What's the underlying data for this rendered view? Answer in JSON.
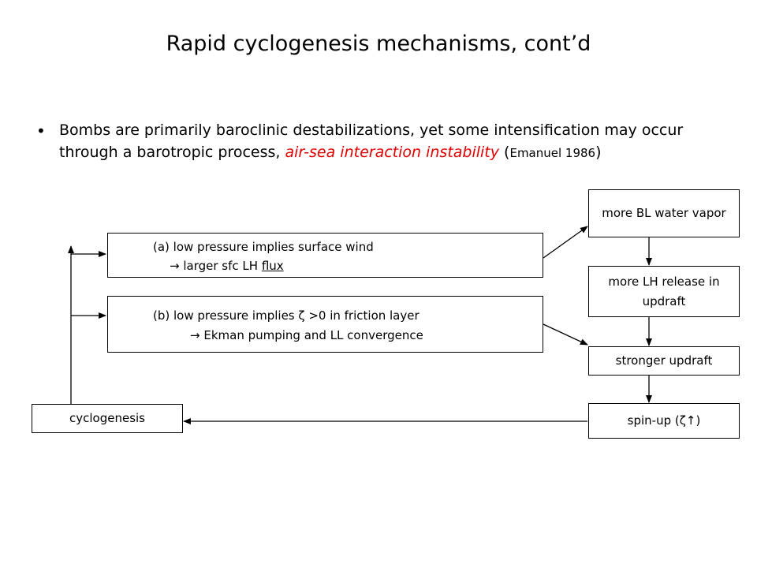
{
  "title": "Rapid cyclogenesis mechanisms, cont’d",
  "bullet": {
    "marker": "•",
    "text_before": "Bombs are primarily baroclinic destabilizations, yet some intensification may occur through a barotropic process, ",
    "highlight": "air-sea interaction instability",
    "highlight_color": "#e00000",
    "paren_open": " (",
    "citation": "Emanuel 1986",
    "paren_close": ")"
  },
  "diagram": {
    "box_a": {
      "line1": "(a) low pressure implies surface wind",
      "line2_arrow": "→",
      "line2_text": " larger sfc LH ",
      "line2_underlined": "flux"
    },
    "box_b": {
      "line1_pre": "(b) low pressure implies ",
      "line1_symbol": "ζ",
      "line1_post": " >0 in friction layer",
      "line2_arrow": "→",
      "line2_text": " Ekman pumping and LL convergence"
    },
    "more_bl_water_vapor": "more BL water vapor",
    "more_lh_release": "more LH release in updraft",
    "stronger_updraft": "stronger updraft",
    "spin_up": "spin-up (ζ↑)",
    "cyclogenesis": "cyclogenesis"
  }
}
